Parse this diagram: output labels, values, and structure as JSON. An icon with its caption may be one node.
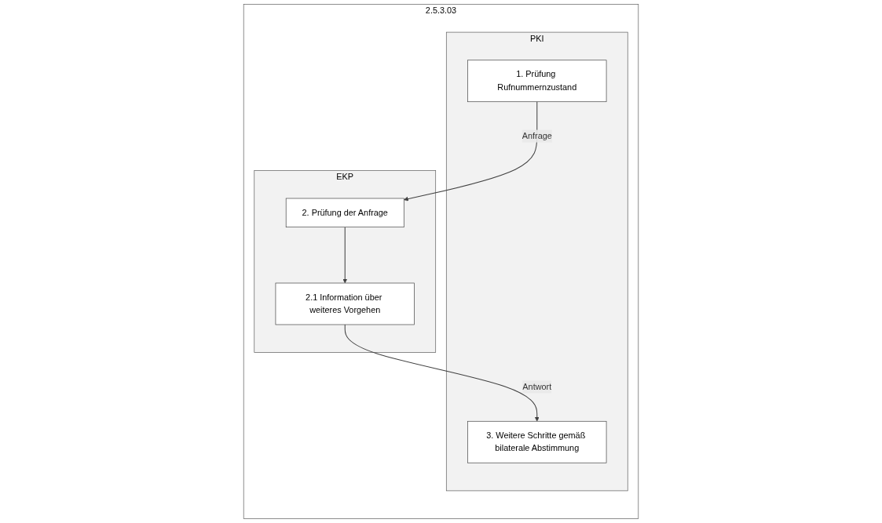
{
  "diagram": {
    "nodes": [
      {
        "text": [
          "2.5.3.03"
        ]
      },
      {
        "text": [
          "PKI"
        ],
        "in": 0
      },
      {
        "text": [
          "EKP"
        ],
        "in": 0
      },
      {
        "text": [
          "1. Prüfung Rufnummernzustand"
        ],
        "in": 1
      },
      {
        "text": [
          "2. Prüfung der Anfrage"
        ],
        "in": 2
      },
      {
        "text": [
          "2.1 Information über weiteres Vorgehen"
        ],
        "in": 2
      },
      {
        "text": [
          "3. Weitere Schritte gemäß bilaterale Abstimmung"
        ],
        "in": 1
      }
    ],
    "edges": [
      {
        "from": 3,
        "to": 4,
        "arrow": "to",
        "label": "Anfrage"
      },
      {
        "from": 4,
        "to": 5,
        "arrow": "to"
      },
      {
        "from": 5,
        "to": 6,
        "arrow": "to",
        "label": "Antwort"
      }
    ]
  }
}
